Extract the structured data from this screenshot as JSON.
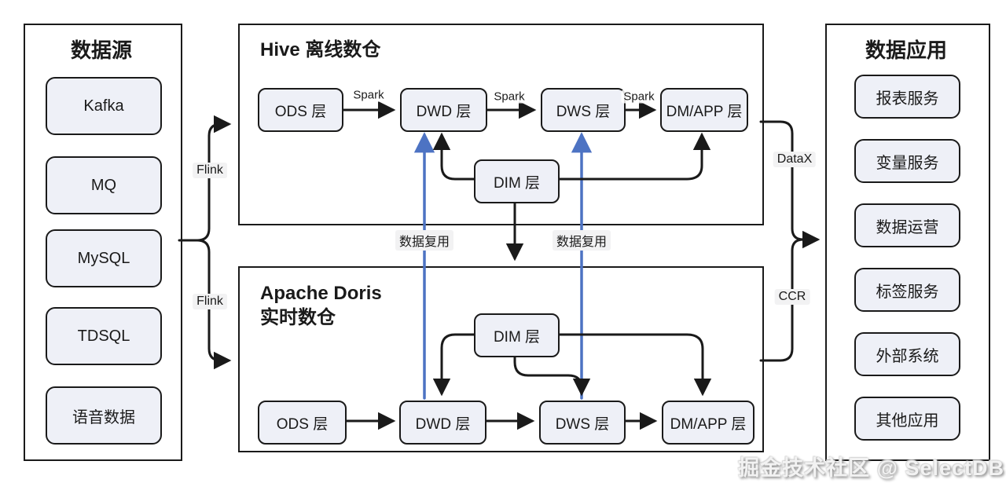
{
  "diagram": {
    "sources": {
      "title": "数据源",
      "items": [
        "Kafka",
        "MQ",
        "MySQL",
        "TDSQL",
        "语音数据"
      ]
    },
    "hive": {
      "title": "Hive 离线数仓",
      "ods": "ODS 层",
      "dwd": "DWD 层",
      "dws": "DWS 层",
      "dmapp": "DM/APP 层",
      "dim": "DIM 层"
    },
    "doris": {
      "title_line1": "Apache Doris",
      "title_line2": "实时数仓",
      "ods": "ODS 层",
      "dwd": "DWD 层",
      "dws": "DWS 层",
      "dmapp": "DM/APP 层",
      "dim": "DIM 层"
    },
    "apps": {
      "title": "数据应用",
      "items": [
        "报表服务",
        "变量服务",
        "数据运营",
        "标签服务",
        "外部系统",
        "其他应用"
      ]
    },
    "edges": {
      "flink_top": "Flink",
      "flink_bottom": "Flink",
      "spark_1": "Spark",
      "spark_2": "Spark",
      "spark_3": "Spark",
      "datax": "DataX",
      "ccr": "CCR",
      "reuse_left": "数据复用",
      "reuse_right": "数据复用"
    },
    "watermark": "掘金技术社区 @ SelectDB",
    "colors": {
      "line_black": "#1a1a1a",
      "reuse_arrow_blue": "#4d73c3",
      "node_fill": "#eef0f7",
      "label_bg": "#f2f2f3"
    }
  }
}
